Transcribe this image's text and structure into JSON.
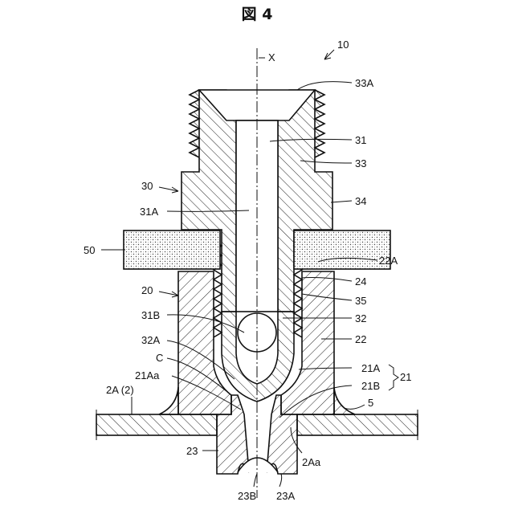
{
  "figure": {
    "title": "図 4",
    "axis_label": "X",
    "labels": {
      "l10": "10",
      "l33A": "33A",
      "l31": "31",
      "l33": "33",
      "l30": "30",
      "l34": "34",
      "l31A": "31A",
      "l50": "50",
      "l22A": "22A",
      "l20": "20",
      "l24": "24",
      "l35": "35",
      "l31B": "31B",
      "l32": "32",
      "l32A": "32A",
      "l22": "22",
      "lC": "C",
      "l21A": "21A",
      "l21": "21",
      "l21Aa": "21Aa",
      "l21B": "21B",
      "l2A": "2A (2)",
      "l5": "5",
      "l23": "23",
      "l2Aa": "2Aa",
      "l23B": "23B",
      "l23A": "23A"
    }
  }
}
